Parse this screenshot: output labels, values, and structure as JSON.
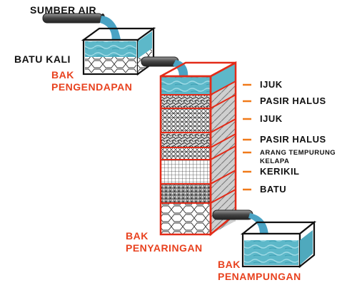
{
  "labels": {
    "sumber_air": "SUMBER AIR",
    "batu_kali": "BATU KALI",
    "bak_pengendapan": [
      "BAK",
      "PENGENDAPAN"
    ],
    "bak_penyaringan": [
      "BAK",
      "PENYARINGAN"
    ],
    "bak_penampungan": [
      "BAK",
      "PENAMPUNGAN"
    ]
  },
  "layers": [
    {
      "label": "IJUK"
    },
    {
      "label": "PASIR HALUS"
    },
    {
      "label": "IJUK"
    },
    {
      "label": "PASIR HALUS"
    },
    {
      "label": [
        "ARANG TEMPURUNG",
        "KELAPA"
      ]
    },
    {
      "label": "KERIKIL"
    },
    {
      "label": "BATU"
    }
  ],
  "colors": {
    "frame_red": "#e32b18",
    "box_black": "#111111",
    "water": "#5db8c9",
    "label_red": "#e8421f",
    "tick_orange": "#f07a1a",
    "pipe_gray": "#555555"
  }
}
